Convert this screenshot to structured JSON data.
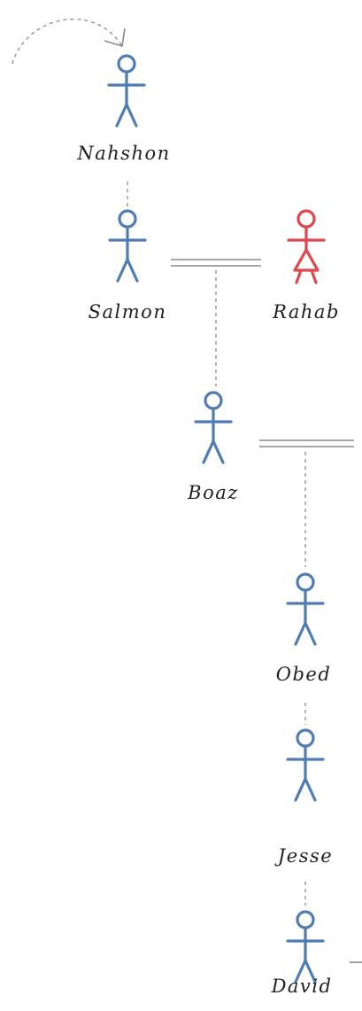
{
  "colors": {
    "male": "#4f7db3",
    "female": "#e0474c",
    "connector": "#8a8a8a",
    "text": "#1f1f1f"
  },
  "people": [
    {
      "id": "nahshon",
      "name": "Nahshon",
      "gender": "male"
    },
    {
      "id": "salmon",
      "name": "Salmon",
      "gender": "male"
    },
    {
      "id": "rahab",
      "name": "Rahab",
      "gender": "female"
    },
    {
      "id": "boaz",
      "name": "Boaz",
      "gender": "male"
    },
    {
      "id": "obed",
      "name": "Obed",
      "gender": "male"
    },
    {
      "id": "jesse",
      "name": "Jesse",
      "gender": "male"
    },
    {
      "id": "david",
      "name": "David",
      "gender": "male"
    }
  ],
  "relations": [
    {
      "type": "parent-child",
      "from": "nahshon",
      "to": "salmon"
    },
    {
      "type": "marriage",
      "from": "salmon",
      "to": "rahab"
    },
    {
      "type": "parent-child",
      "from": "salmon-rahab",
      "to": "boaz"
    },
    {
      "type": "marriage",
      "from": "boaz",
      "to": ""
    },
    {
      "type": "parent-child",
      "from": "boaz-marriage",
      "to": "obed"
    },
    {
      "type": "parent-child",
      "from": "obed",
      "to": "jesse"
    },
    {
      "type": "parent-child",
      "from": "jesse",
      "to": "david"
    }
  ]
}
